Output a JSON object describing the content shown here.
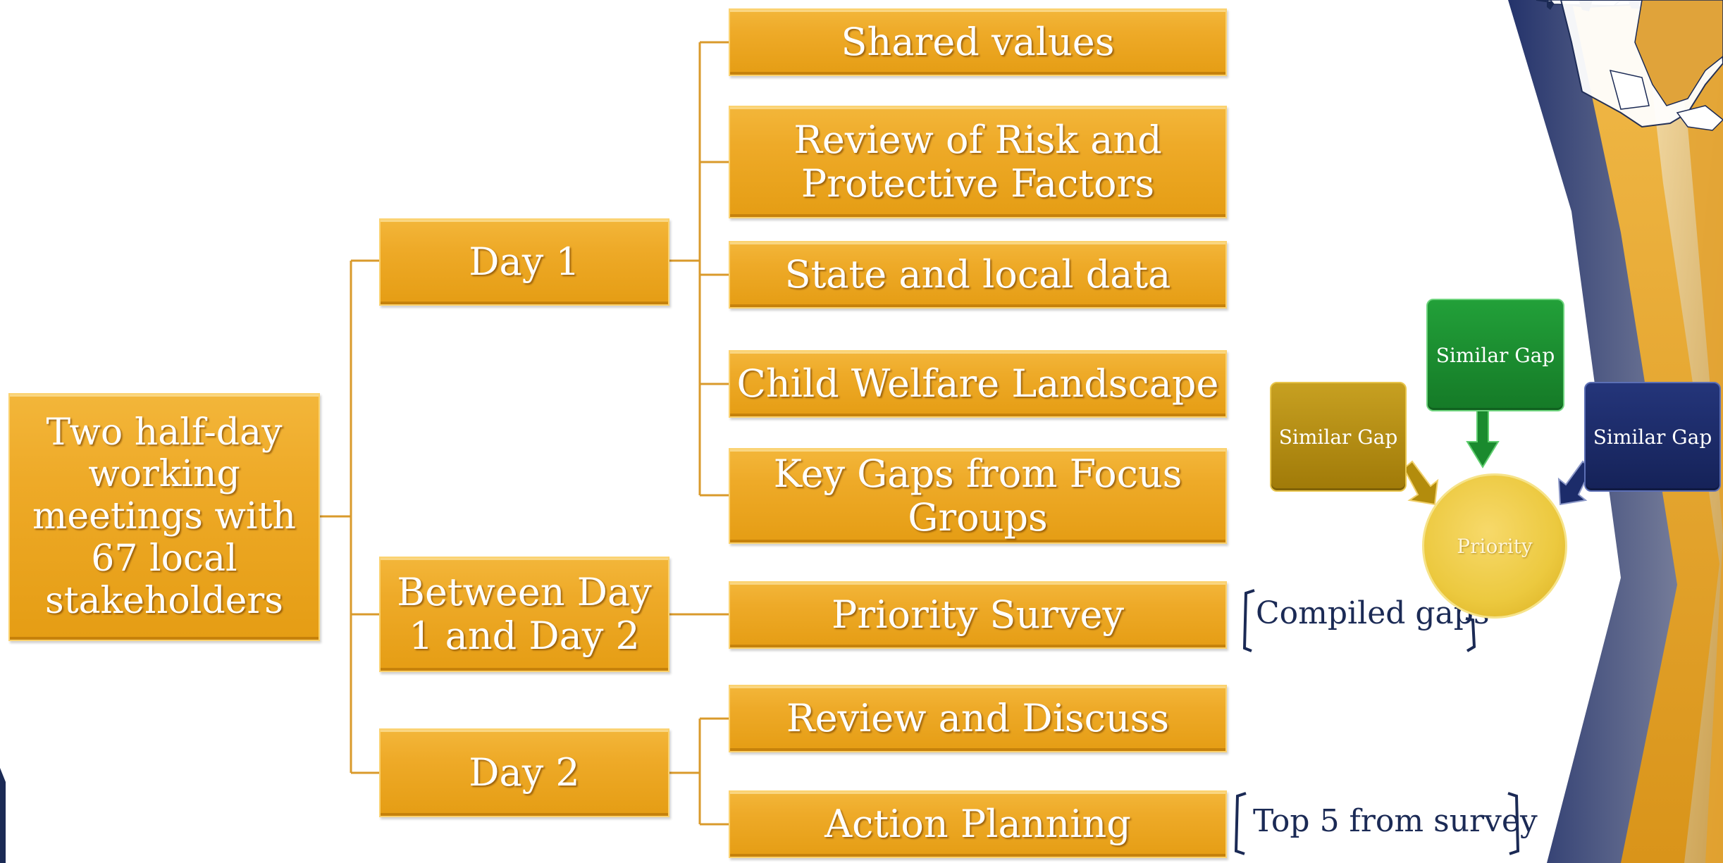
{
  "root": {
    "label": "Two half-day working meetings with 67 local stakeholders"
  },
  "stages": [
    {
      "label": "Day 1"
    },
    {
      "label": "Between Day 1 and Day 2"
    },
    {
      "label": "Day 2"
    }
  ],
  "topics": [
    {
      "label": "Shared values"
    },
    {
      "label": "Review of Risk and Protective Factors"
    },
    {
      "label": "State and local data"
    },
    {
      "label": "Child Welfare Landscape"
    },
    {
      "label": "Key Gaps from Focus Groups"
    },
    {
      "label": "Priority Survey"
    },
    {
      "label": "Review and Discuss"
    },
    {
      "label": "Action Planning"
    }
  ],
  "notes": {
    "compiled": "Compiled gaps",
    "top5": "Top 5 from survey"
  },
  "gap_graphic": {
    "gaps": [
      {
        "label": "Similar Gap",
        "color": "#b38c0c"
      },
      {
        "label": "Similar Gap",
        "color": "#1a8a2e"
      },
      {
        "label": "Similar Gap",
        "color": "#1c2c6a"
      }
    ],
    "center": {
      "label": "Priority"
    }
  },
  "colors": {
    "box_gold": "#eeaa28",
    "connector": "#d99a2b",
    "navy": "#1b2a55"
  }
}
